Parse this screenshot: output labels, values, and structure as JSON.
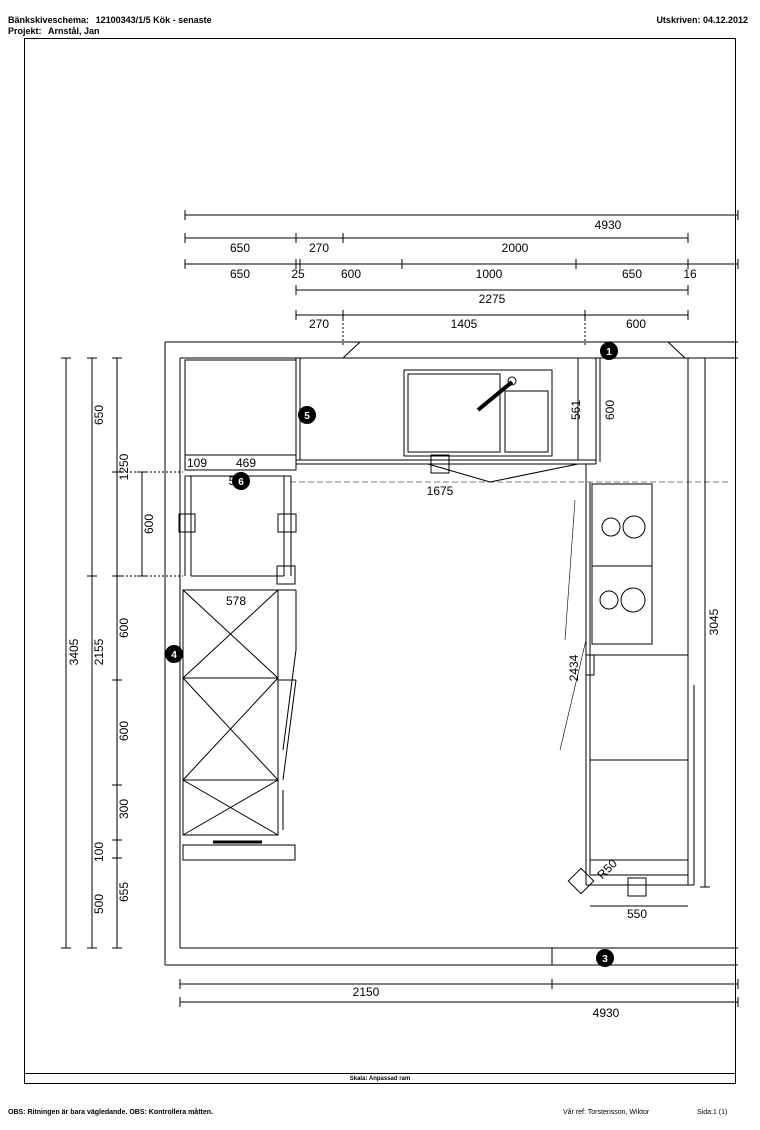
{
  "header": {
    "schema_label": "Bänkskiveschema:",
    "schema_value": "12100343/1/5  Kök - senaste",
    "project_label": "Projekt:",
    "project_value": "Arnstål, Jan",
    "printed": "Utskriven: 04.12.2012"
  },
  "footer": {
    "scale": "Skala: Anpassad ram",
    "note": "OBS: Ritningen är bara vägledande. OBS: Kontrollera måtten.",
    "reference": "Vår ref: Torstensson, Wiktor",
    "page": "Sida:1 (1)"
  },
  "dimensions": {
    "top_total": "4930",
    "row2": [
      "650",
      "270",
      "2000"
    ],
    "row3": [
      "650",
      "25",
      "600",
      "1000",
      "650",
      "16"
    ],
    "row4": "2275",
    "row5": [
      "270",
      "1405",
      "600"
    ],
    "left_outer": "3405",
    "left_mid": "2155",
    "left_inner": [
      "650",
      "1250",
      "600",
      "600",
      "300",
      "100",
      "655",
      "500"
    ],
    "left_600": "600",
    "inner": {
      "d109": "109",
      "d469": "469",
      "d578": "578",
      "d1675": "1675",
      "d561": "561",
      "d600": "600",
      "d2434": "2434",
      "d3045": "3045",
      "d550": "550",
      "r50": "R50",
      "d5x": "5"
    },
    "bottom_2150": "2150",
    "bottom_total": "4930"
  },
  "markers": [
    "1",
    "3",
    "4",
    "5",
    "6"
  ]
}
